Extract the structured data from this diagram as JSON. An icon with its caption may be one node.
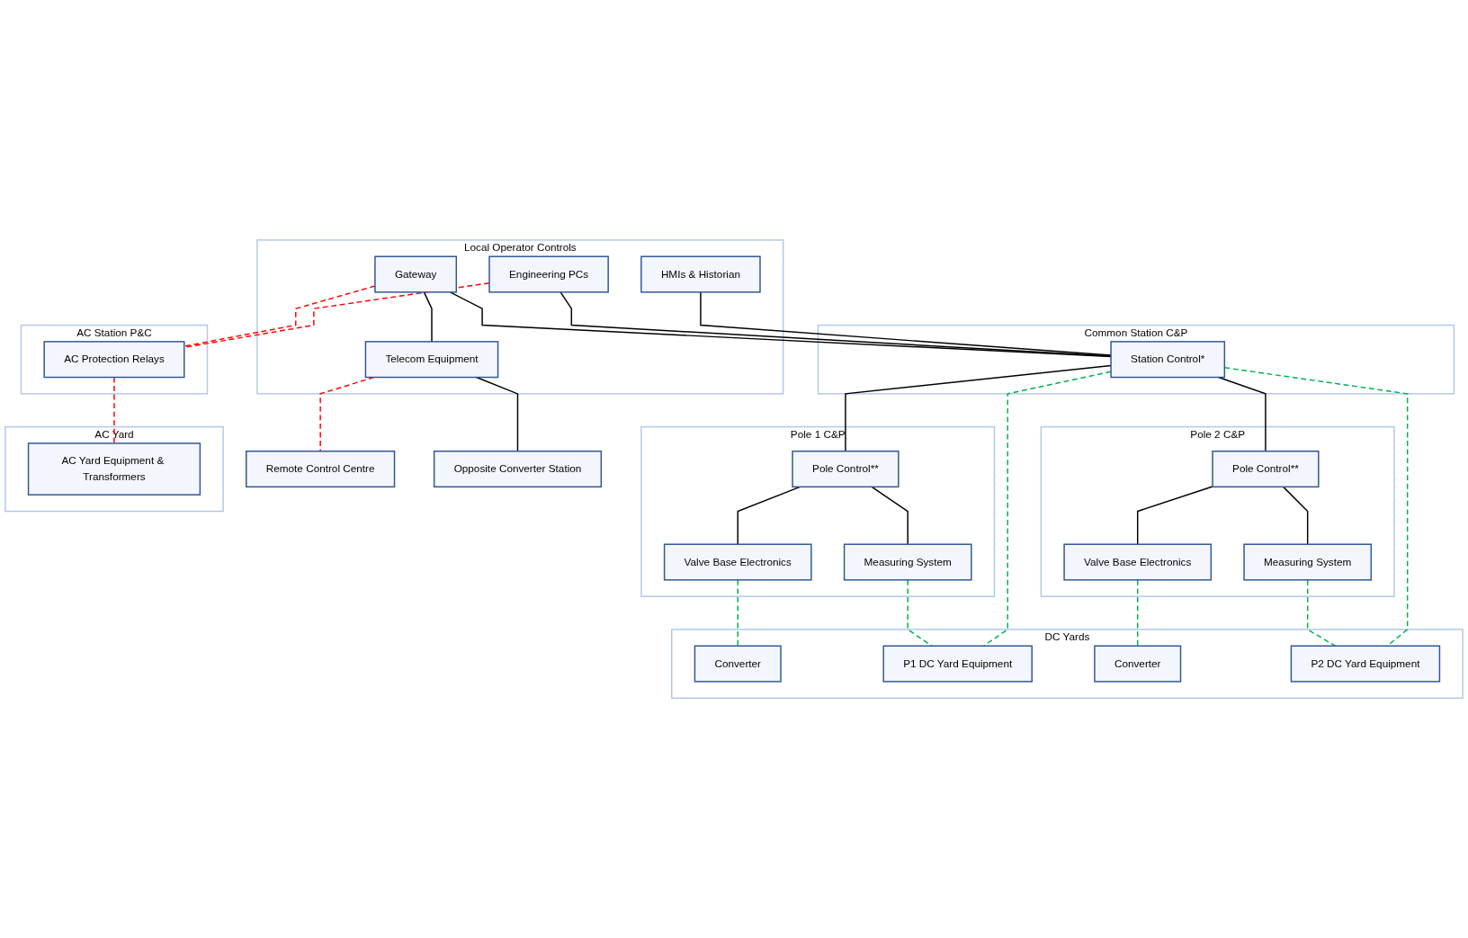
{
  "diagram": {
    "nodes": [
      {
        "text": [
          "Local Operator Controls"
        ]
      },
      {
        "text": [
          "Gateway"
        ],
        "in": 0
      },
      {
        "text": [
          "Telecom Equipment"
        ],
        "in": 0
      },
      {
        "text": [
          "Engineering PCs"
        ],
        "in": 0
      },
      {
        "text": [
          "HMIs & Historian"
        ],
        "in": 0
      },
      {
        "text": [
          "Remote Control Centre"
        ]
      },
      {
        "text": [
          "Opposite Converter Station"
        ]
      },
      {
        "text": [
          "AC Station P&C"
        ]
      },
      {
        "text": [
          "AC Protection Relays"
        ],
        "in": 7
      },
      {
        "text": [
          "Common Station C&P"
        ]
      },
      {
        "text": [
          "Station Control*"
        ],
        "in": 9
      },
      {
        "text": [
          "Pole 1 C&P"
        ]
      },
      {
        "text": [
          "Pole Control**"
        ],
        "in": 11
      },
      {
        "text": [
          "Valve Base Electronics"
        ],
        "in": 11
      },
      {
        "text": [
          "Measuring System"
        ],
        "in": 11
      },
      {
        "text": [
          "Pole 2 C&P"
        ]
      },
      {
        "text": [
          "Pole Control**"
        ],
        "in": 15
      },
      {
        "text": [
          "Valve Base Electronics"
        ],
        "in": 15
      },
      {
        "text": [
          "Measuring System"
        ],
        "in": 15
      },
      {
        "text": [
          "AC Yard"
        ]
      },
      {
        "text": [
          "AC Yard Equipment & Transformers"
        ],
        "in": 19
      },
      {
        "text": [
          "DC Yards"
        ]
      },
      {
        "text": [
          "Converter"
        ],
        "in": 21
      },
      {
        "text": [
          "P1 DC Yard Equipment"
        ],
        "in": 21
      },
      {
        "text": [
          "Converter"
        ],
        "in": 21
      },
      {
        "text": [
          "P2 DC Yard Equipment"
        ],
        "in": 21
      }
    ],
    "edges": [
      {
        "from": 1,
        "to": 2,
        "arrow": "none"
      },
      {
        "from": 2,
        "to": 6,
        "arrow": "none"
      },
      {
        "from": 1,
        "to": 10,
        "arrow": "none"
      },
      {
        "from": 3,
        "to": 10,
        "arrow": "none"
      },
      {
        "from": 4,
        "to": 10,
        "arrow": "none"
      },
      {
        "from": 10,
        "to": 12,
        "arrow": "none"
      },
      {
        "from": 10,
        "to": 16,
        "arrow": "none"
      },
      {
        "from": 12,
        "to": 13,
        "arrow": "none"
      },
      {
        "from": 12,
        "to": 14,
        "arrow": "none"
      },
      {
        "from": 16,
        "to": 17,
        "arrow": "none"
      },
      {
        "from": 16,
        "to": 18,
        "arrow": "none"
      },
      {
        "from": 2,
        "to": 5,
        "arrow": "none",
        "style": "dashed",
        "color": "#ff0000"
      },
      {
        "from": 1,
        "to": 8,
        "arrow": "none",
        "style": "dashed",
        "color": "#ff0000"
      },
      {
        "from": 3,
        "to": 8,
        "arrow": "none",
        "style": "dashed",
        "color": "#ff0000"
      },
      {
        "from": 8,
        "to": 20,
        "arrow": "none",
        "style": "dashed",
        "color": "#ff0000"
      },
      {
        "from": 13,
        "to": 22,
        "arrow": "none",
        "style": "dashed",
        "color": "#00b050"
      },
      {
        "from": 14,
        "to": 23,
        "arrow": "none",
        "style": "dashed",
        "color": "#00b050"
      },
      {
        "from": 17,
        "to": 24,
        "arrow": "none",
        "style": "dashed",
        "color": "#00b050"
      },
      {
        "from": 18,
        "to": 25,
        "arrow": "none",
        "style": "dashed",
        "color": "#00b050"
      },
      {
        "from": 10,
        "to": 23,
        "arrow": "none",
        "style": "dashed",
        "color": "#00b050"
      },
      {
        "from": 10,
        "to": 25,
        "arrow": "none",
        "style": "dashed",
        "color": "#00b050"
      }
    ]
  }
}
